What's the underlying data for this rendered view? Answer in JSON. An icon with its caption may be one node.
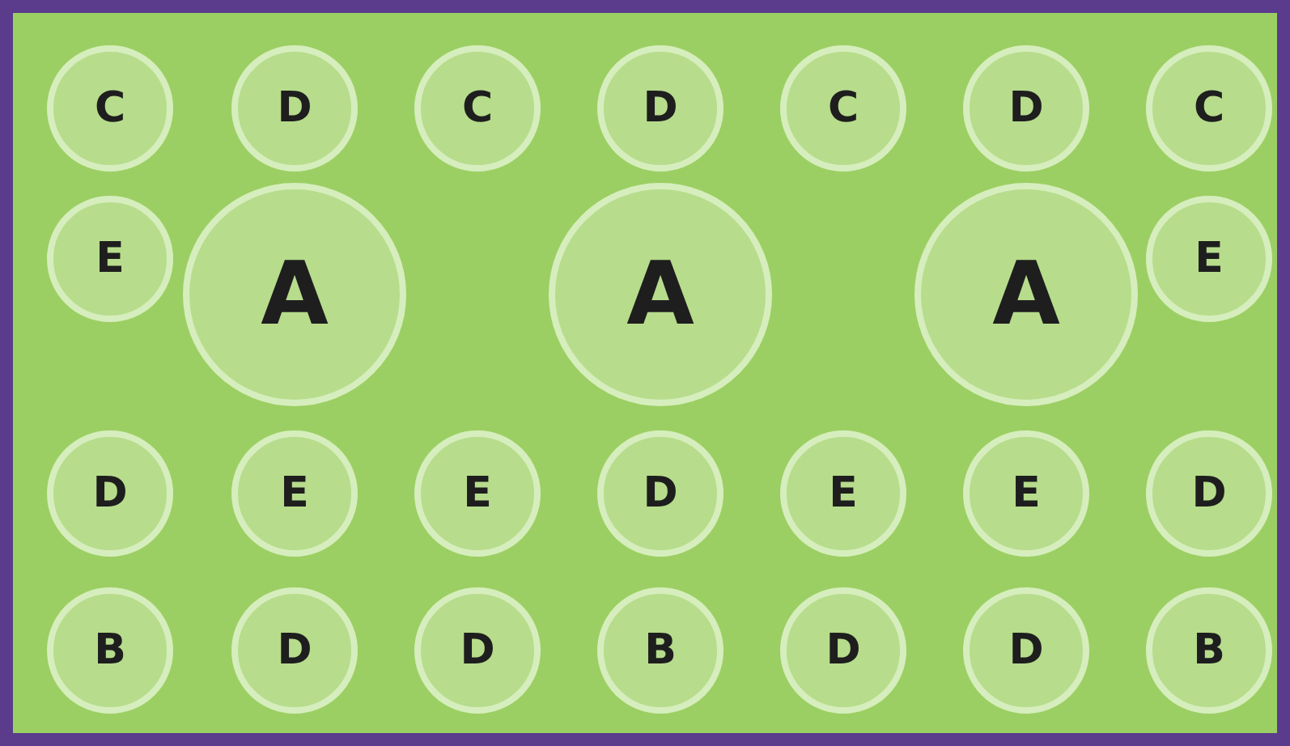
{
  "diagram": {
    "nodes": [
      {
        "text": [
          "C"
        ]
      },
      {
        "text": [
          "D"
        ]
      },
      {
        "text": [
          "C"
        ]
      },
      {
        "text": [
          "D"
        ]
      },
      {
        "text": [
          "C"
        ]
      },
      {
        "text": [
          "D"
        ]
      },
      {
        "text": [
          "C"
        ]
      },
      {
        "text": [
          "E"
        ]
      },
      {
        "text": [
          "A"
        ]
      },
      {
        "text": [
          "A"
        ]
      },
      {
        "text": [
          "A"
        ]
      },
      {
        "text": [
          "E"
        ]
      },
      {
        "text": [
          "D"
        ]
      },
      {
        "text": [
          "E"
        ]
      },
      {
        "text": [
          "E"
        ]
      },
      {
        "text": [
          "D"
        ]
      },
      {
        "text": [
          "E"
        ]
      },
      {
        "text": [
          "E"
        ]
      },
      {
        "text": [
          "D"
        ]
      },
      {
        "text": [
          "B"
        ]
      },
      {
        "text": [
          "D"
        ]
      },
      {
        "text": [
          "D"
        ]
      },
      {
        "text": [
          "B"
        ]
      },
      {
        "text": [
          "D"
        ]
      },
      {
        "text": [
          "D"
        ]
      },
      {
        "text": [
          "B"
        ]
      }
    ]
  }
}
